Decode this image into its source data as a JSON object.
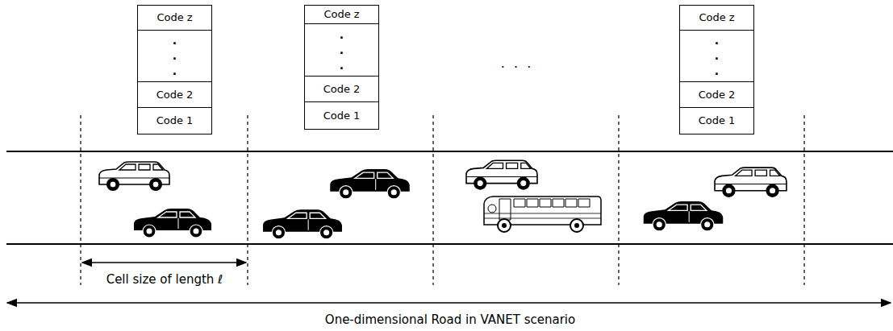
{
  "diagram": {
    "nodes": [
      {
        "text": [
          "Code z"
        ]
      },
      {
        "text": [
          ". . ."
        ]
      },
      {
        "text": [
          "Code 2"
        ]
      },
      {
        "text": [
          "Code 1"
        ]
      },
      {
        "text": [
          "Code z"
        ]
      },
      {
        "text": [
          ". . ."
        ]
      },
      {
        "text": [
          "Code 2"
        ]
      },
      {
        "text": [
          "Code 1"
        ]
      },
      {
        "text": [
          "Code z"
        ]
      },
      {
        "text": [
          ". . ."
        ]
      },
      {
        "text": [
          "Code 2"
        ]
      },
      {
        "text": [
          "Code 1"
        ]
      }
    ],
    "edges": [],
    "labels": [
      ". . .",
      "Cell size of length ℓ",
      "One-dimensional Road in VANET scenario"
    ]
  }
}
